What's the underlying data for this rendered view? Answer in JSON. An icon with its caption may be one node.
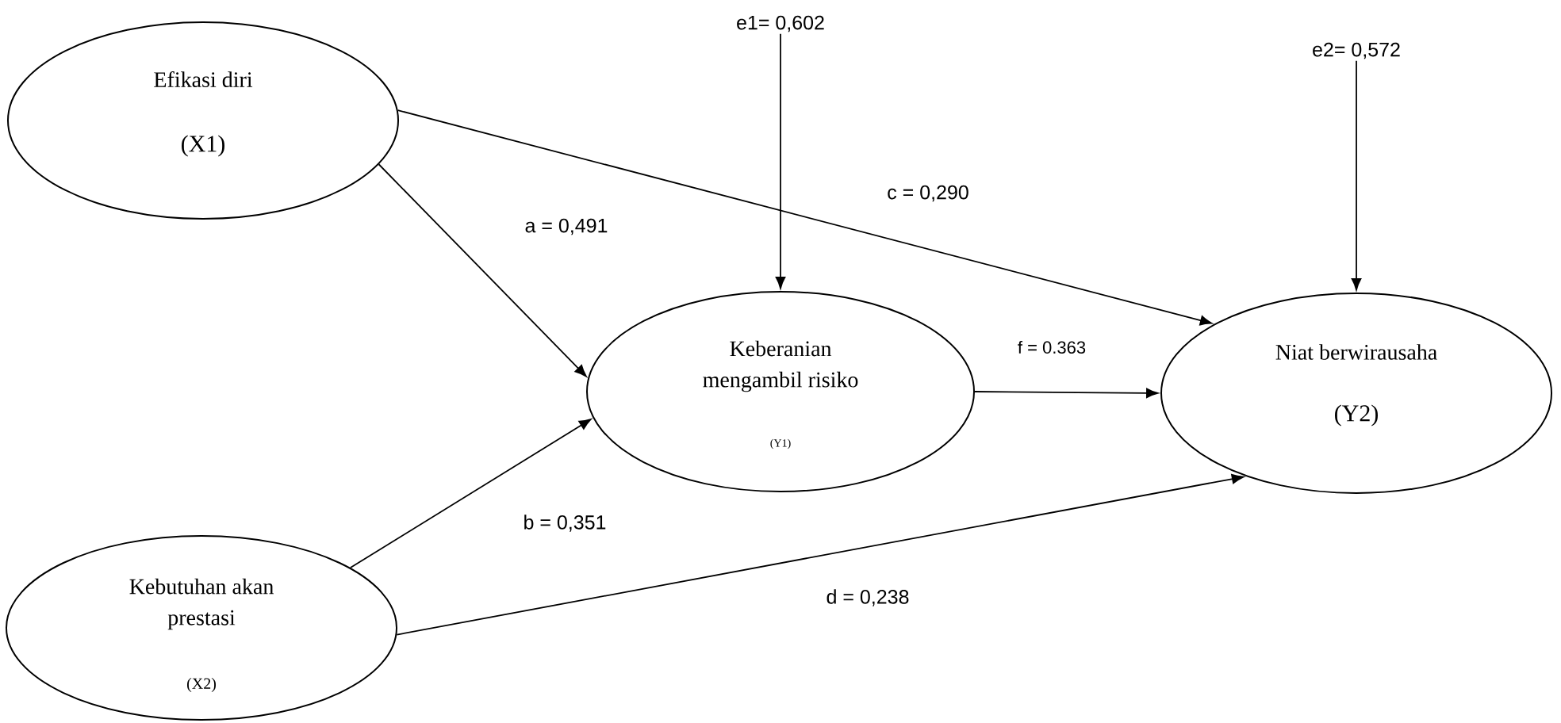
{
  "diagram": {
    "nodes": [
      {
        "text": [
          "Efikasi diri",
          "(X1)"
        ]
      },
      {
        "text": [
          "Keberanian mengambil risiko",
          "(Y1)"
        ]
      },
      {
        "text": [
          "Niat berwirausaha",
          "(Y2)"
        ]
      },
      {
        "text": [
          "Kebutuhan akan prestasi",
          "(X2)"
        ]
      },
      {
        "text": [
          "e1= 0,602"
        ]
      },
      {
        "text": [
          "e2= 0,572"
        ]
      }
    ],
    "edges": [
      {
        "from": 0,
        "to": 1,
        "arrow": "to",
        "label": "a = 0,491"
      },
      {
        "from": 3,
        "to": 1,
        "arrow": "to",
        "label": "b = 0,351"
      },
      {
        "from": 0,
        "to": 2,
        "arrow": "to",
        "label": "c = 0,290"
      },
      {
        "from": 3,
        "to": 2,
        "arrow": "to",
        "label": "d = 0,238"
      },
      {
        "from": 1,
        "to": 2,
        "arrow": "to",
        "label": "f = 0.363"
      },
      {
        "from": 4,
        "to": 1,
        "arrow": "to"
      },
      {
        "from": 5,
        "to": 2,
        "arrow": "to"
      }
    ]
  }
}
